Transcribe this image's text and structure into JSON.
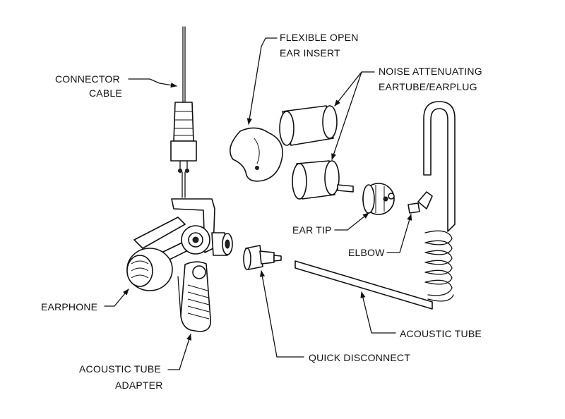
{
  "diagram": {
    "labels": {
      "connector_cable_1": "CONNECTOR",
      "connector_cable_2": "CABLE",
      "flexible_insert_1": "FLEXIBLE OPEN",
      "flexible_insert_2": "EAR INSERT",
      "noise_eartube_1": "NOISE ATTENUATING",
      "noise_eartube_2": "EARTUBE/EARPLUG",
      "ear_tip": "EAR TIP",
      "elbow": "ELBOW",
      "earphone": "EARPHONE",
      "acoustic_tube": "ACOUSTIC TUBE",
      "quick_disconnect": "QUICK DISCONNECT",
      "adapter_1": "ACOUSTIC TUBE",
      "adapter_2": "ADAPTER"
    }
  }
}
